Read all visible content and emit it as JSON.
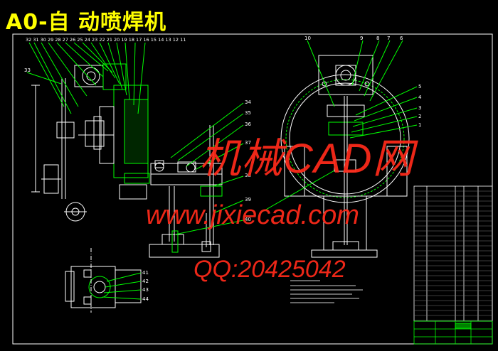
{
  "title": "A0-自 动喷焊机",
  "watermarks": {
    "line1": "机械CAD网",
    "line2": "www.jixiecad.com",
    "line3": "QQ:20425042"
  },
  "part_numbers_top_left": "32 31 30 29 28 27 26 25 24 23 22 21 20 19 18 17 16 15 14 13 12 11",
  "part_numbers_side": [
    "33",
    "34",
    "35",
    "36",
    "37",
    "38",
    "39",
    "40"
  ],
  "part_numbers_right": [
    "10",
    "9",
    "8",
    "7",
    "6",
    "5",
    "4",
    "3",
    "2",
    "1"
  ],
  "part_numbers_bottom": [
    "41",
    "42",
    "43",
    "44"
  ],
  "colors": {
    "background": "#000000",
    "lines": "#ffffff",
    "accent": "#00ff00",
    "title": "#ffff00",
    "watermark": "#ff2a1a"
  }
}
